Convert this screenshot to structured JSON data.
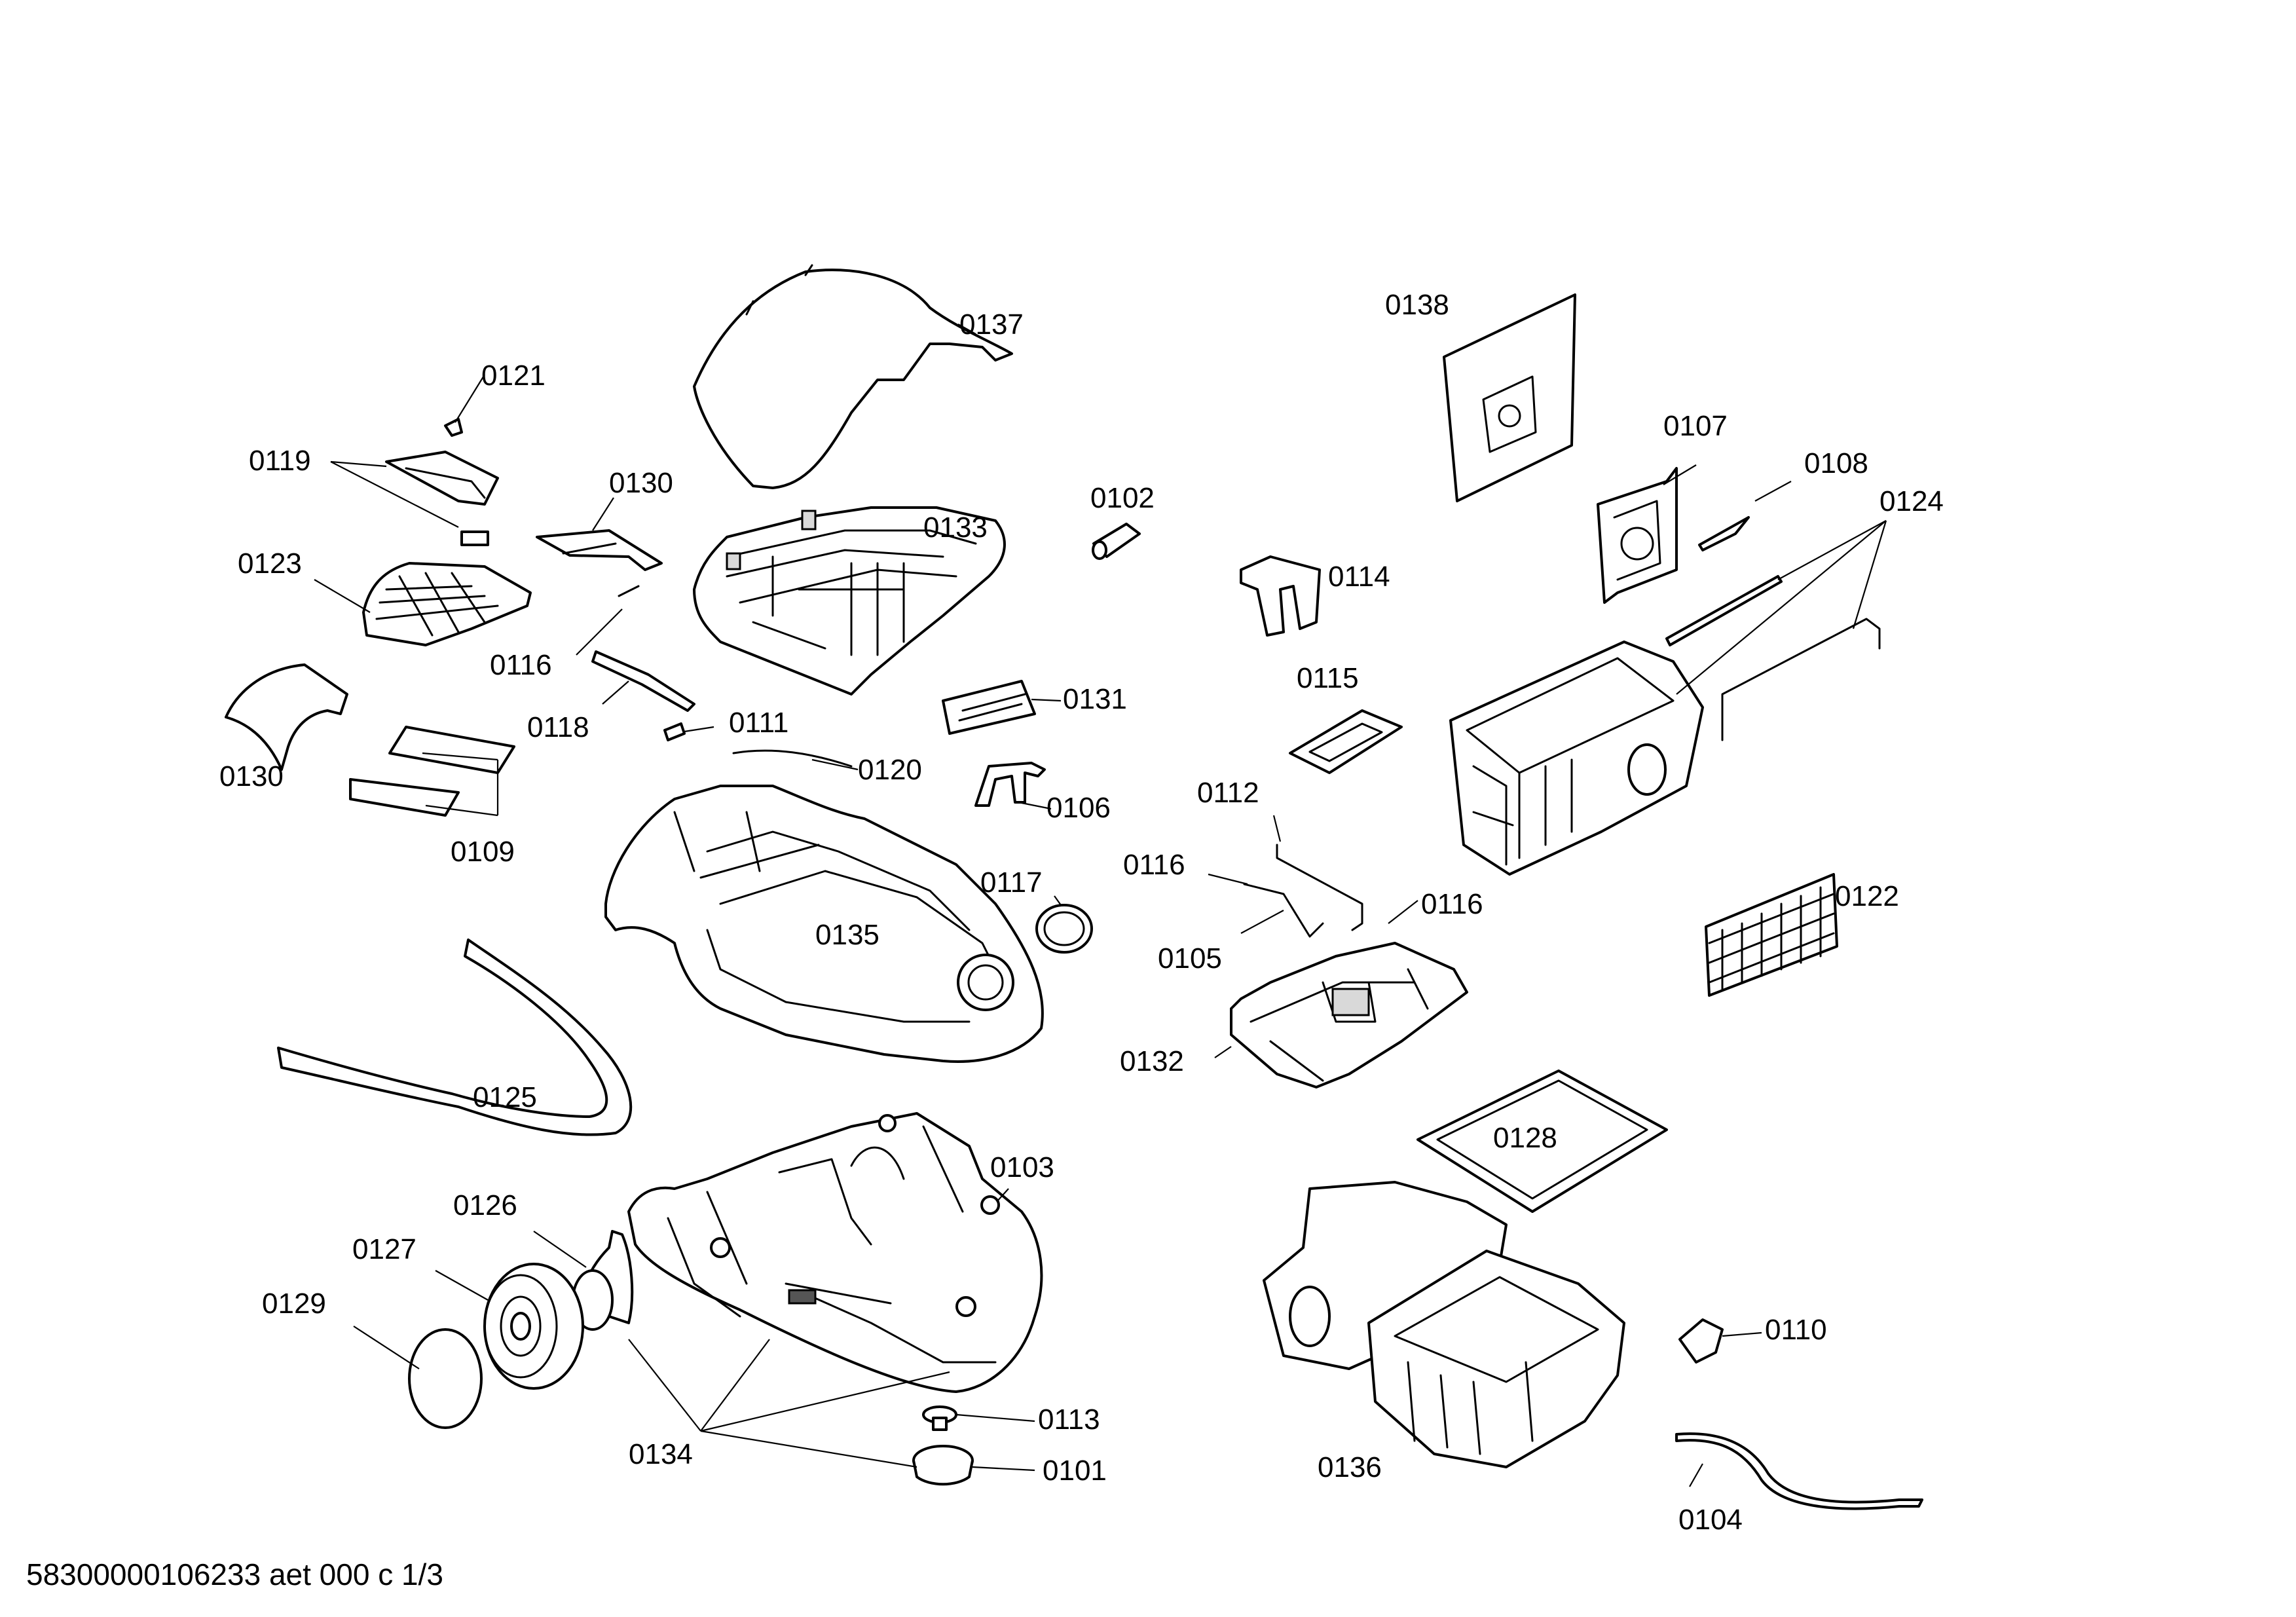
{
  "diagram": {
    "footer_text": "58300000106233 aet 000 c 1/3",
    "labels": {
      "p0101": "0101",
      "p0102": "0102",
      "p0103": "0103",
      "p0104": "0104",
      "p0105": "0105",
      "p0106": "0106",
      "p0107": "0107",
      "p0108": "0108",
      "p0109": "0109",
      "p0110": "0110",
      "p0111": "0111",
      "p0112": "0112",
      "p0113": "0113",
      "p0114": "0114",
      "p0115": "0115",
      "p0116": "0116",
      "p0117": "0117",
      "p0118": "0118",
      "p0119": "0119",
      "p0120": "0120",
      "p0121": "0121",
      "p0122": "0122",
      "p0123": "0123",
      "p0124": "0124",
      "p0125": "0125",
      "p0126": "0126",
      "p0127": "0127",
      "p0128": "0128",
      "p0129": "0129",
      "p0130": "0130",
      "p0131": "0131",
      "p0132": "0132",
      "p0133": "0133",
      "p0134": "0134",
      "p0135": "0135",
      "p0136": "0136",
      "p0137": "0137",
      "p0138": "0138"
    }
  }
}
